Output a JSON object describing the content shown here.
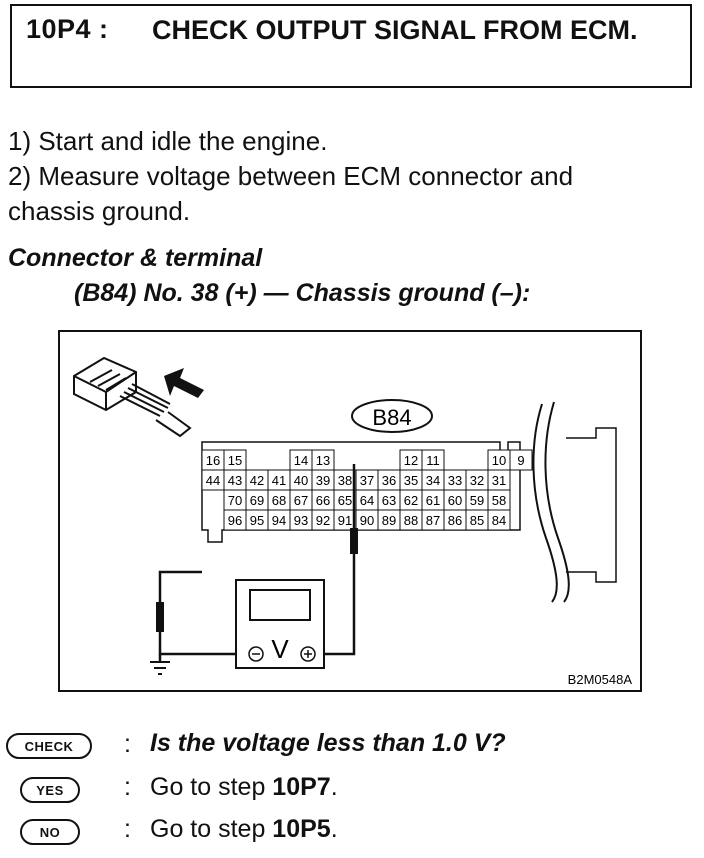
{
  "header": {
    "step_code": "10P4 :",
    "title": "CHECK OUTPUT SIGNAL FROM ECM."
  },
  "instructions": [
    "1)  Start and idle the engine.",
    "2)  Measure voltage between ECM connector and",
    "chassis ground."
  ],
  "connector": {
    "heading": "Connector & terminal",
    "detail": "(B84) No. 38 (+) — Chassis ground (–):"
  },
  "figure": {
    "connector_label": "B84",
    "meter_symbol": "V",
    "figure_id": "B2M0548A",
    "terminal_rows": [
      [
        "16",
        "15",
        "",
        "",
        "14",
        "13",
        "",
        "",
        "",
        "12",
        "11",
        "",
        "",
        "10",
        "9",
        ""
      ],
      [
        "44",
        "43",
        "42",
        "41",
        "40",
        "39",
        "38",
        "37",
        "36",
        "35",
        "34",
        "33",
        "32",
        "31"
      ],
      [
        "70",
        "69",
        "68",
        "67",
        "66",
        "65",
        "64",
        "63",
        "62",
        "61",
        "60",
        "59",
        "58"
      ],
      [
        "96",
        "95",
        "94",
        "93",
        "92",
        "91",
        "90",
        "89",
        "88",
        "87",
        "86",
        "85",
        "84"
      ]
    ]
  },
  "qa": {
    "check_badge": "CHECK",
    "yes_badge": "YES",
    "no_badge": "NO",
    "question": "Is the voltage less than 1.0 V?",
    "yes_prefix": "Go to step ",
    "yes_step": "10P7",
    "no_prefix": "Go to step ",
    "no_step": "10P5",
    "end_mark": "."
  }
}
